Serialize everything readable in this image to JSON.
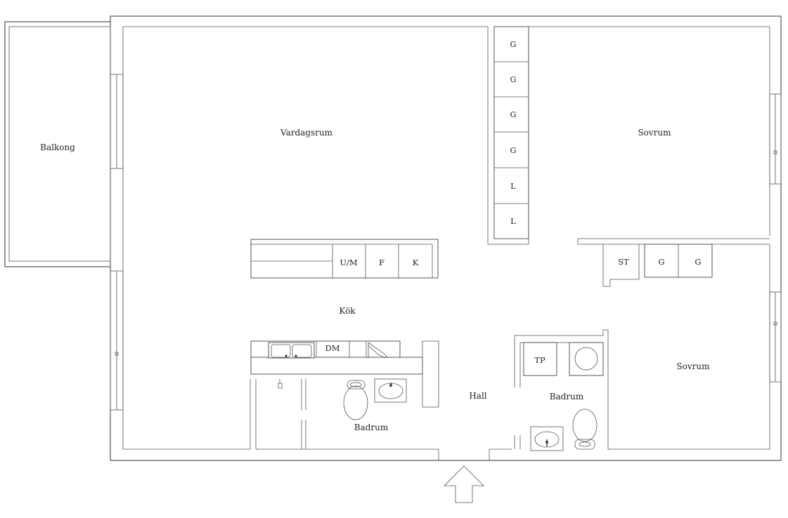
{
  "rooms": {
    "balkong": "Balkong",
    "vardagsrum": "Vardagsrum",
    "sovrum_1": "Sovrum",
    "sovrum_2": "Sovrum",
    "kok": "Kök",
    "hall": "Hall",
    "badrum_1": "Badrum",
    "badrum_2": "Badrum"
  },
  "fixtures": {
    "wardrobe_g1": "G",
    "wardrobe_g2": "G",
    "wardrobe_g3": "G",
    "wardrobe_g4": "G",
    "linen_l1": "L",
    "linen_l2": "L",
    "wardrobe_g5": "G",
    "wardrobe_g6": "G",
    "storage_st": "ST",
    "oven_um": "U/M",
    "freezer_f": "F",
    "fridge_k": "K",
    "dishwasher_dm": "DM",
    "dryer_tp": "TP"
  },
  "icons": {
    "entrance": "arrow-up-icon"
  }
}
